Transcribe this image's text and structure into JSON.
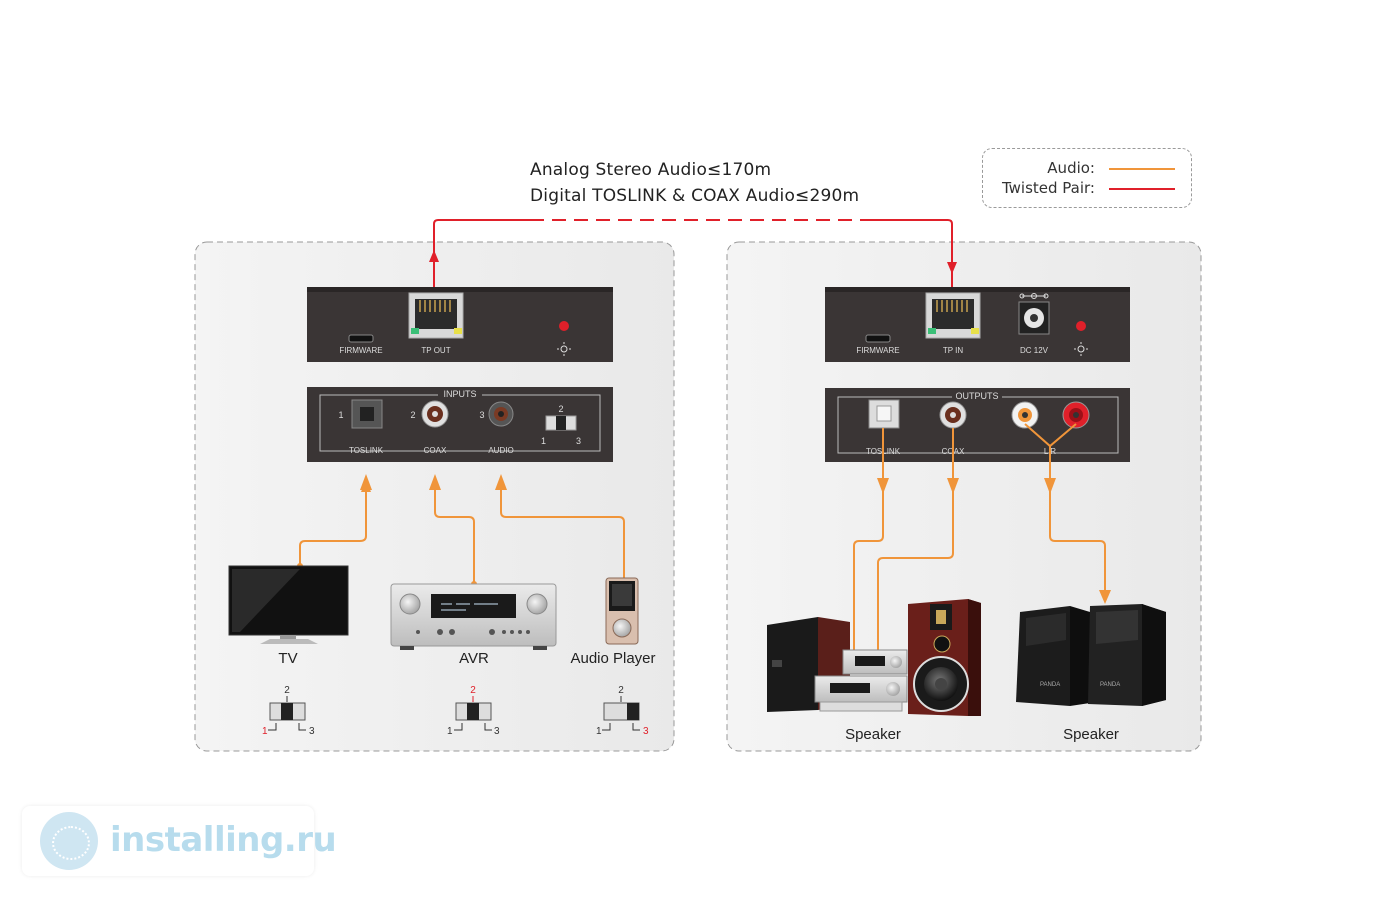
{
  "header": {
    "line1": "Analog Stereo Audio≤170m",
    "line2": "Digital TOSLINK & COAX Audio≤290m"
  },
  "legend": {
    "audio_label": "Audio:",
    "twisted_pair_label": "Twisted Pair:",
    "audio_color": "#f0953a",
    "twisted_pair_color": "#e0202a"
  },
  "transmitter": {
    "top_panel": {
      "firmware": "FIRMWARE",
      "tp_out": "TP OUT"
    },
    "bottom_panel": {
      "group_label": "INPUTS",
      "port1": "1",
      "port2": "2",
      "port3": "3",
      "toslink": "TOSLINK",
      "coax": "COAX",
      "audio": "AUDIO",
      "switch_top": "2",
      "switch_left": "1",
      "switch_right": "3"
    },
    "sources": [
      {
        "label": "TV",
        "switch_top": "2",
        "switch_left": "1",
        "switch_right": "3",
        "selected": "1"
      },
      {
        "label": "AVR",
        "switch_top": "2",
        "switch_left": "1",
        "switch_right": "3",
        "selected": "2"
      },
      {
        "label": "Audio Player",
        "switch_top": "2",
        "switch_left": "1",
        "switch_right": "3",
        "selected": "3"
      }
    ]
  },
  "receiver": {
    "top_panel": {
      "firmware": "FIRMWARE",
      "tp_in": "TP IN",
      "dc": "DC 12V"
    },
    "bottom_panel": {
      "group_label": "OUTPUTS",
      "toslink": "TOSLINK",
      "coax": "COAX",
      "lr": "L R"
    },
    "speakers": [
      {
        "label": "Speaker"
      },
      {
        "label": "Speaker",
        "brand": "PANDA"
      }
    ]
  },
  "watermark": {
    "text": "installing.ru"
  }
}
